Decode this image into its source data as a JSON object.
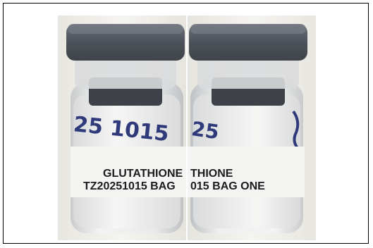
{
  "left_photo": {
    "handwriting": "25 1015",
    "label_line1": "GLUTATHIONE",
    "label_line2": "TZ20251015  BAG"
  },
  "right_photo": {
    "handwriting": "25",
    "label_line1": "THIONE",
    "label_line2": "015  BAG ONE"
  },
  "colors": {
    "cap": "#4f555c",
    "background": "#f2f0ea",
    "powder": "#ededeb",
    "ink": "#2f3a7a"
  }
}
